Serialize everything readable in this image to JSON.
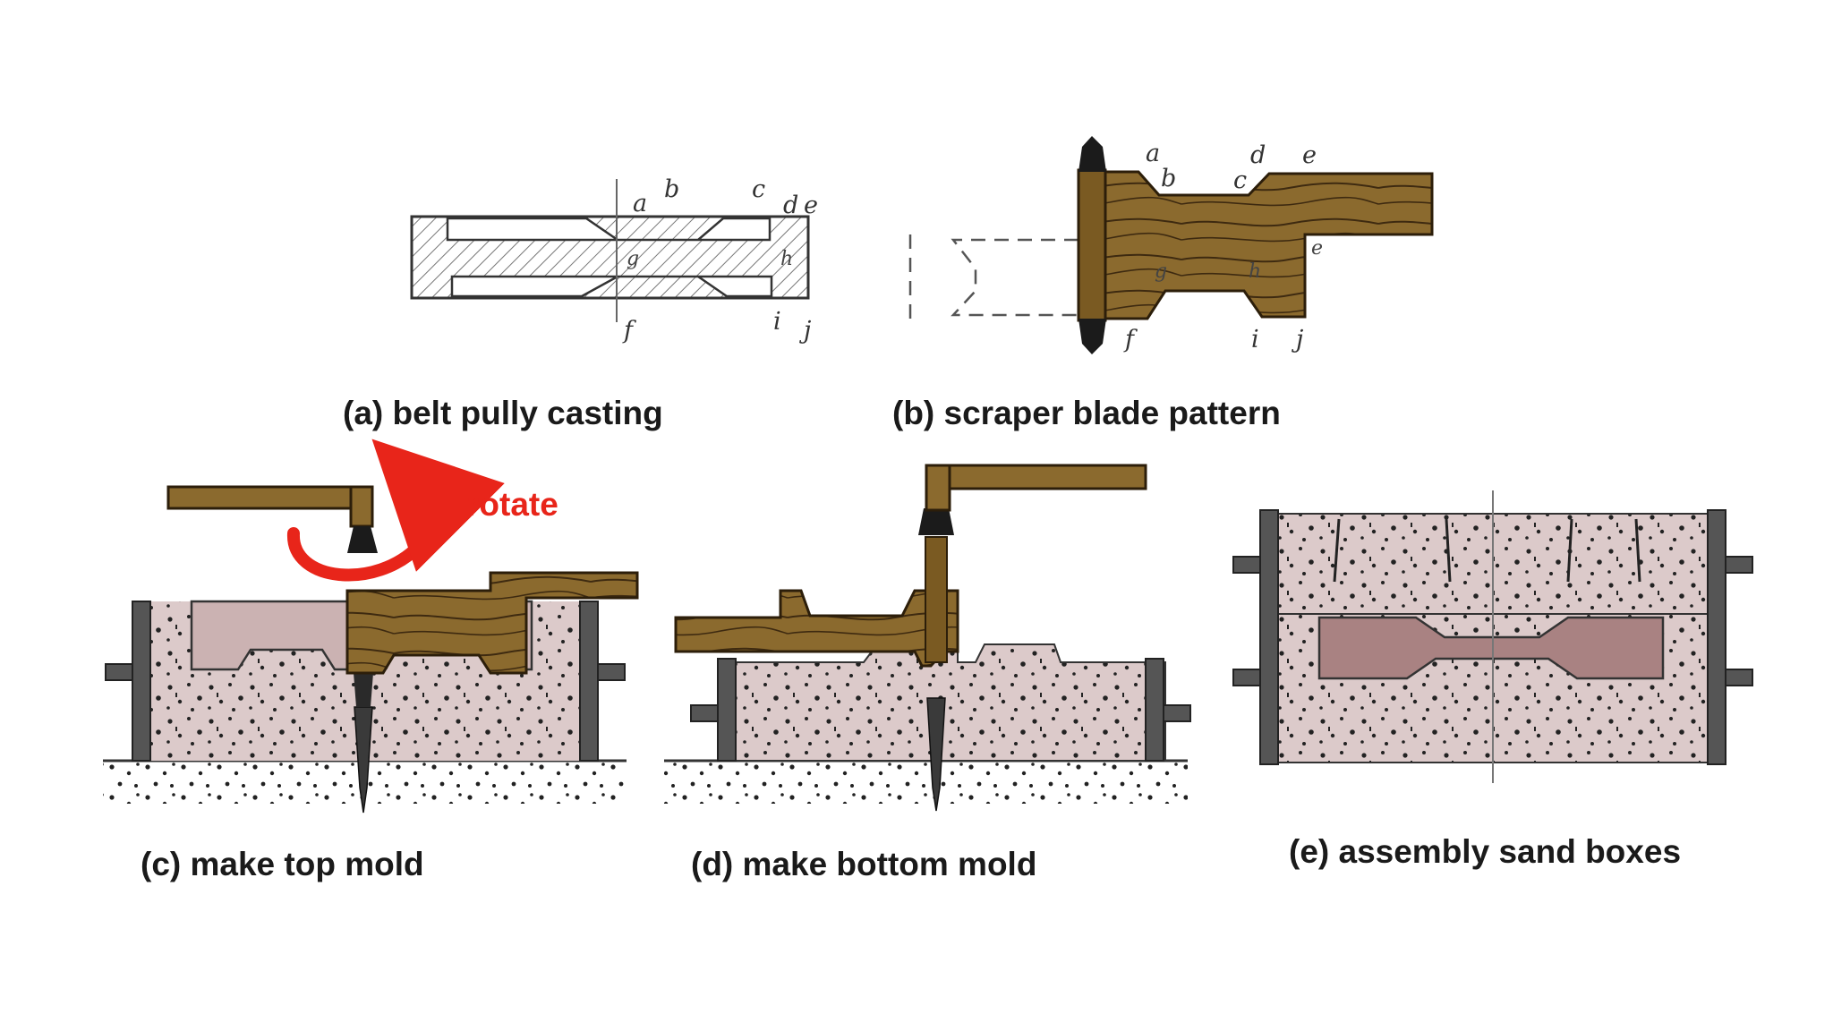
{
  "panels": {
    "a": {
      "caption": "(a) belt pully casting",
      "labels": {
        "a": "a",
        "b": "b",
        "c": "c",
        "d": "d",
        "e": "e",
        "f": "f",
        "g": "g",
        "h": "h",
        "i": "i",
        "j": "j"
      }
    },
    "b": {
      "caption": "(b) scraper blade pattern",
      "labels": {
        "a": "a",
        "b": "b",
        "c": "c",
        "d": "d",
        "e": "e",
        "e2": "e",
        "f": "f",
        "g": "g",
        "h": "h",
        "i": "i",
        "j": "j"
      }
    },
    "c": {
      "caption": "(c) make top mold",
      "rotate_label": "rotate"
    },
    "d": {
      "caption": "(d) make bottom mold"
    },
    "e": {
      "caption": "(e) assembly sand boxes"
    }
  },
  "colors": {
    "wood": "#8b6a2e",
    "wood_grain": "#3e2a10",
    "sand": "#dcc8c8",
    "sand_cavity": "#c9aeae",
    "casting": "#a88080",
    "flask": "#555555",
    "arrow": "#e8251a"
  }
}
